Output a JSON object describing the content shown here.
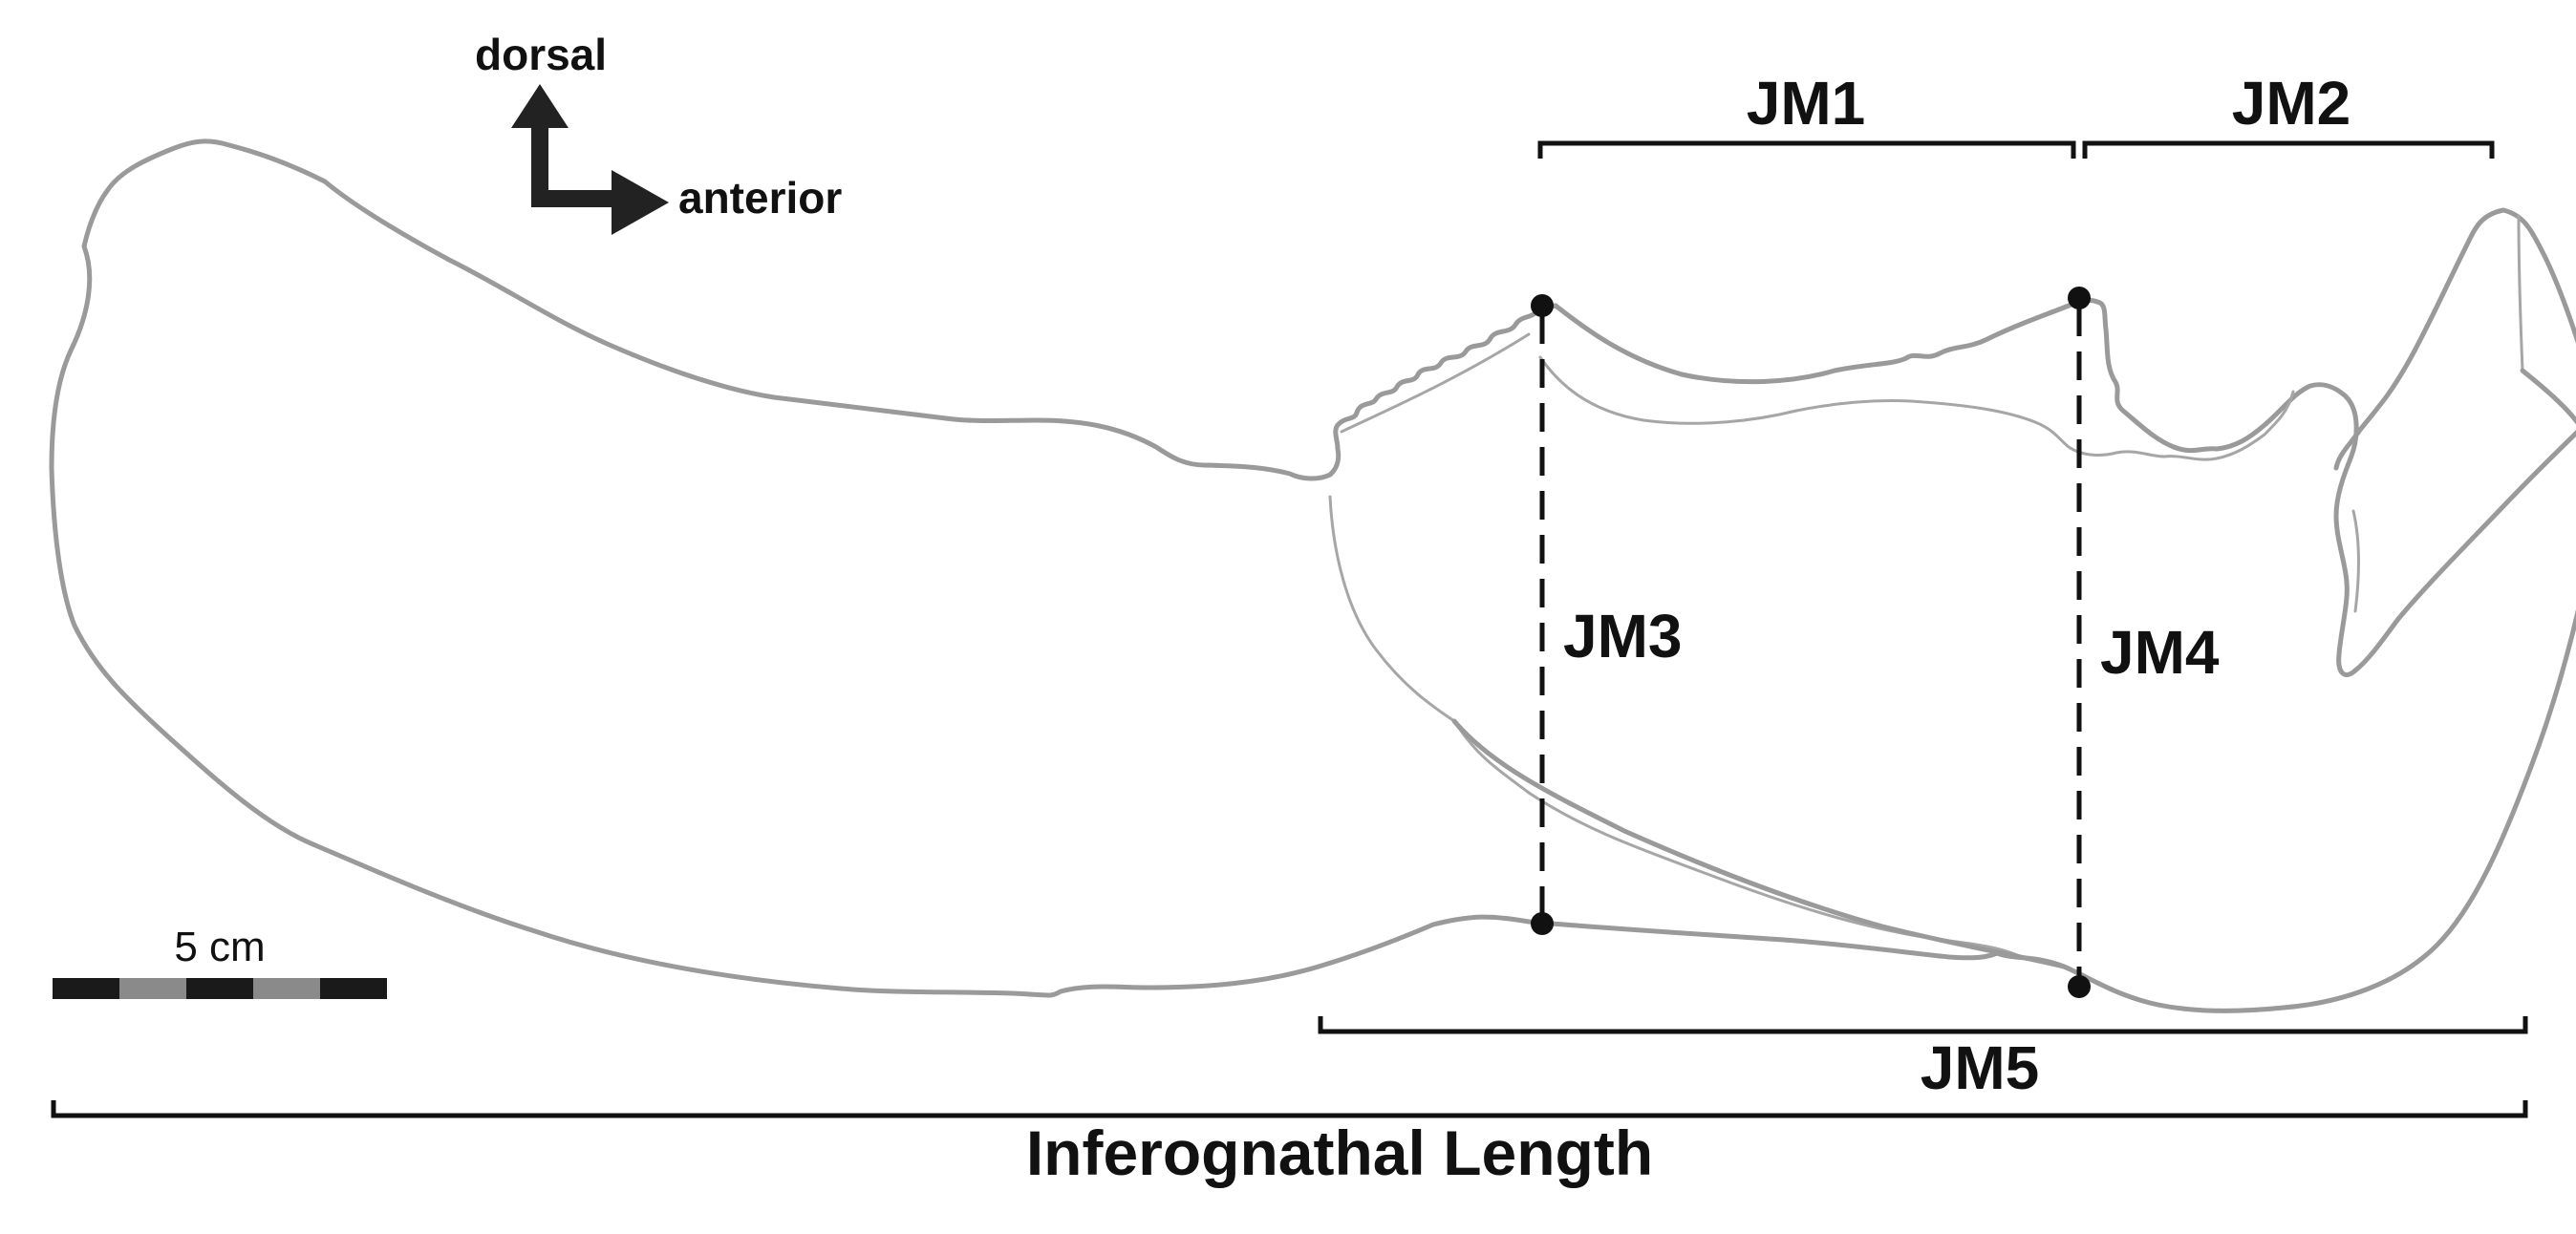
{
  "orientation": {
    "dorsal_label": "dorsal",
    "anterior_label": "anterior"
  },
  "measurements": {
    "jm1": "JM1",
    "jm2": "JM2",
    "jm3": "JM3",
    "jm4": "JM4",
    "jm5": "JM5",
    "total_length": "Inferognathal Length"
  },
  "scale_bar": {
    "label": "5 cm",
    "segment_colors": [
      "#1a1a1a",
      "#8a8a8a",
      "#1a1a1a",
      "#8a8a8a",
      "#1a1a1a"
    ]
  },
  "colors": {
    "outline": "#9a9a9a",
    "annotation": "#111111",
    "background": "#ffffff"
  }
}
